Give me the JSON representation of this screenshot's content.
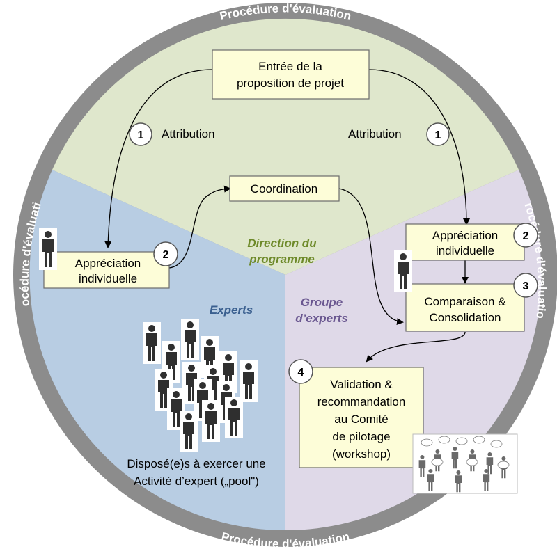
{
  "ring": {
    "top": "Procédure d'évaluation",
    "left": "Procédure d'évaluation",
    "right": "Procédure d'évaluation",
    "bottom": "Procédure d'évaluation"
  },
  "colors": {
    "ring": "#8c8c8c",
    "sector_top": "#dfe7cc",
    "sector_left": "#b8cde3",
    "sector_right": "#dfd9e8",
    "box_fill": "#fdfdd8",
    "direction_label": "#6e8a2a",
    "experts_label": "#3a5f8f",
    "groupe_label": "#6a5790"
  },
  "sectors": {
    "direction": {
      "line1": "Direction du",
      "line2": "programme"
    },
    "experts": {
      "label": "Experts"
    },
    "groupe": {
      "line1": "Groupe",
      "line2": "d’experts"
    }
  },
  "boxes": {
    "entry": {
      "line1": "Entrée de la",
      "line2": "proposition de projet"
    },
    "coordination": {
      "label": "Coordination"
    },
    "appreciation_left": {
      "line1": "Appréciation",
      "line2": "individuelle"
    },
    "appreciation_right": {
      "line1": "Appréciation",
      "line2": "individuelle"
    },
    "comparaison": {
      "line1": "Comparaison &",
      "line2": "Consolidation"
    },
    "validation": {
      "line1": "Validation &",
      "line2": "recommandation",
      "line3": "au Comité",
      "line4": "de pilotage",
      "line5": "(workshop)"
    }
  },
  "labels": {
    "attribution_left": "Attribution",
    "attribution_right": "Attribution",
    "pool_line1": "Disposé(e)s à exercer une",
    "pool_line2": "Activité d’expert („pool\")"
  },
  "steps": {
    "step1_left": "1",
    "step1_right": "1",
    "step2_left": "2",
    "step2_right": "2",
    "step3": "3",
    "step4": "4"
  },
  "icons": {
    "person": "person-silhouette-icon",
    "crowd": "crowd-icon",
    "workshop": "workshop-discussion-icon"
  }
}
